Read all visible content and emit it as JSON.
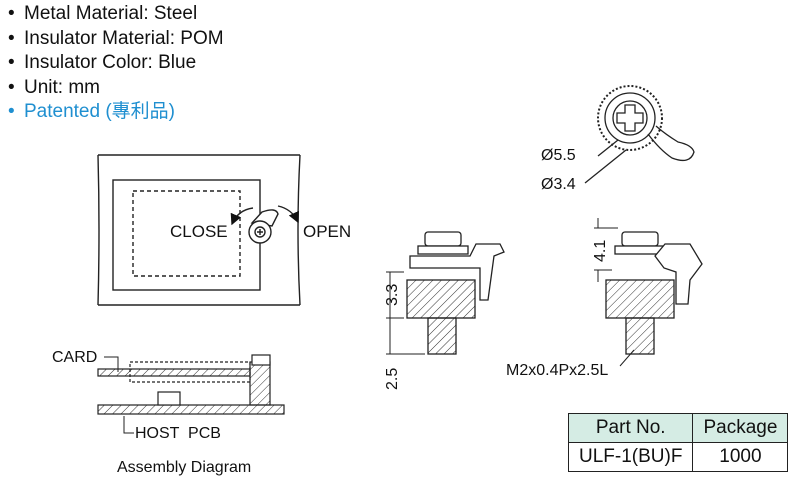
{
  "specs": [
    {
      "text": "Metal Material: Steel"
    },
    {
      "text": "Insulator Material: POM"
    },
    {
      "text": "Insulator Color: Blue"
    },
    {
      "text": "Unit: mm"
    },
    {
      "text": "Patented (專利品)"
    }
  ],
  "bullet": "•",
  "colors": {
    "patent_text": "#1f8fd0",
    "table_header_bg": "#d5ece4",
    "insulator_fill": "#e9e9e9"
  },
  "top_view": {
    "label_close": "CLOSE",
    "label_open": "OPEN"
  },
  "detail_view": {
    "dim_outer": "Ø5.5",
    "dim_inner": "Ø3.4"
  },
  "side_view_left": {
    "dim_head": "3.3",
    "dim_thread": "2.5"
  },
  "side_view_right": {
    "dim_cap": "4.1",
    "thread_spec": "M2x0.4Px2.5L"
  },
  "assembly": {
    "label_card": "CARD",
    "label_host": "HOST  PCB",
    "caption": "Assembly Diagram"
  },
  "table": {
    "headers": [
      "Part No.",
      "Package"
    ],
    "rows": [
      [
        "ULF-1(BU)F",
        "1000"
      ]
    ]
  }
}
